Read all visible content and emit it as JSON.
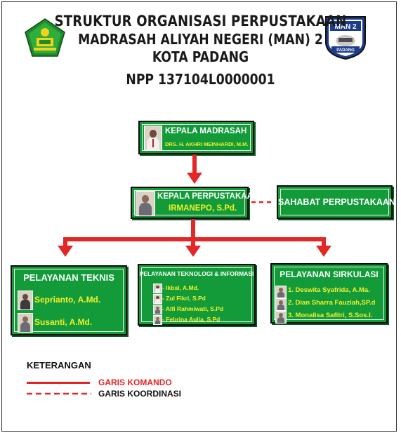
{
  "header": {
    "title_line1": "STRUKTUR ORGANISASI PERPUSTAKAAN",
    "title_line2": "MADRASAH ALIYAH NEGERI (MAN) 2",
    "title_line3": "KOTA PADANG",
    "npp": "NPP 137104L0000001"
  },
  "logos": {
    "right_top_text": "MAN 2",
    "right_bottom_text": "PADANG"
  },
  "kepala_madrasah": {
    "role": "KEPALA MADRASAH",
    "name": "DRS. H. AKHRI MEINHARDI, M.M."
  },
  "kepala_perpustakaan": {
    "role": "KEPALA PERPUSTAKAAN",
    "name": "IRMANEPO, S.Pd."
  },
  "sahabat": {
    "role": "SAHABAT PERPUSTAKAAN"
  },
  "pelayanan_teknis": {
    "title": "PELAYANAN TEKNIS",
    "members": [
      "Seprianto, A.Md.",
      "Susanti, A.Md."
    ]
  },
  "pelayanan_ti": {
    "title": "PELAYANAN TEKNOLOGI & INFORMASI",
    "members": [
      "- Ikbal, A.Md.",
      "- Zul Fikri, S.Pd",
      "- Alfi Rahmiwati, S.Pd",
      "- Febrina Aulia, S.Pd"
    ]
  },
  "pelayanan_sirkulasi": {
    "title": "PELAYANAN SIRKULASI",
    "members": [
      "1. Deswita Syafrida, A.Ma.",
      "2. Dian Sharra Fauziah,SP.d",
      "3. Monalisa Safitri, S.Sos.I."
    ]
  },
  "legend": {
    "title": "KETERANGAN",
    "komando": "GARIS KOMANDO",
    "koordinasi": "GARIS KOORDINASI"
  },
  "colors": {
    "box_green": "#139b3a",
    "line_red": "#e32626",
    "name_yellow": "#f3f02a"
  }
}
